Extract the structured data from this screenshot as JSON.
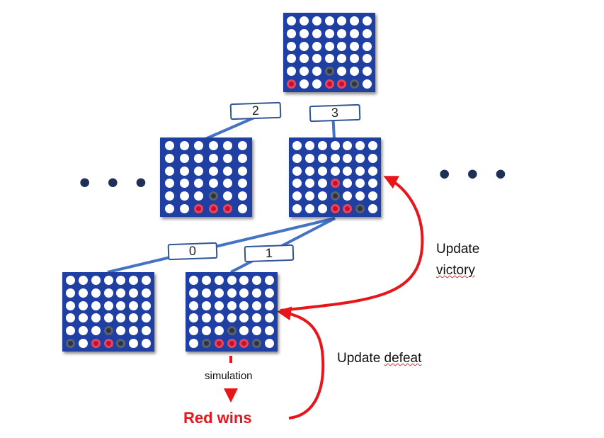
{
  "colors": {
    "board": "#1f3fa3",
    "edge": "#4472c4",
    "label_border": "#2f5597",
    "red_piece": "#c8102e",
    "black_piece": "#2e3440",
    "arrow": "#e8151b"
  },
  "boards": {
    "root": [
      ".......",
      ".......",
      ".......",
      ".......",
      "...B...",
      "R..RRB."
    ],
    "left_mid": [
      "......",
      "......",
      "......",
      "......",
      "...B..",
      "..RRR."
    ],
    "right_mid": [
      ".......",
      ".......",
      ".......",
      "...R...",
      "...B...",
      "...RRB."
    ],
    "leaf_0": [
      ".......",
      ".......",
      ".......",
      ".......",
      "...B...",
      "B.RRB.."
    ],
    "leaf_1": [
      ".......",
      ".......",
      ".......",
      ".......",
      "...B...",
      ".BRRRB."
    ]
  },
  "edge_labels": {
    "root_left": "2",
    "root_right": "3",
    "mid_leaf0": "0",
    "mid_leaf1": "1"
  },
  "ellipsis_left": "• • •",
  "ellipsis_right": "• • •",
  "update_victory": {
    "line1": "Update",
    "line2": "victory"
  },
  "update_defeat": {
    "prefix": "Update ",
    "word": "defeat"
  },
  "simulation_label": "simulation",
  "result_label": "Red wins"
}
